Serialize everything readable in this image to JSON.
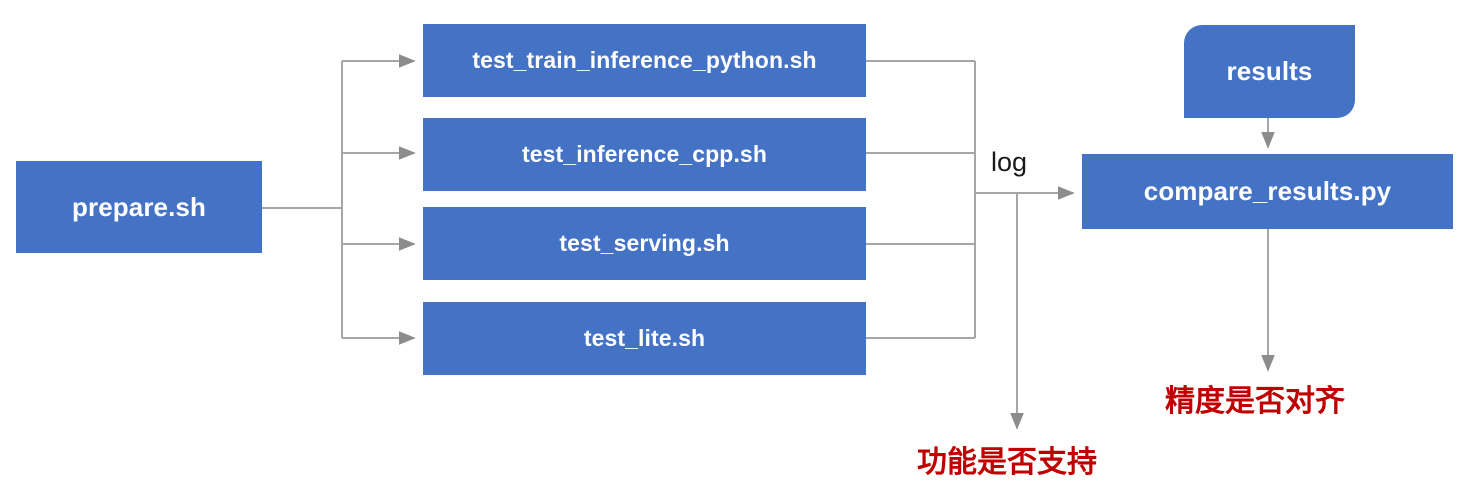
{
  "diagram": {
    "title": "PaddlePaddle TIPC test pipeline flowchart",
    "colors": {
      "node_fill": "#4472C4",
      "node_text": "#FFFFFF",
      "connector": "#A6A6A6",
      "annotation_red": "#C00000",
      "background": "#FFFFFF"
    },
    "nodes": {
      "prepare": "prepare.sh",
      "test_train_inference_python": "test_train_inference_python.sh",
      "test_inference_cpp": "test_inference_cpp.sh",
      "test_serving": "test_serving.sh",
      "test_lite": "test_lite.sh",
      "results": "results",
      "compare_results": "compare_results.py"
    },
    "edge_labels": {
      "log": "log"
    },
    "annotations": {
      "function_supported": "功能是否支持",
      "precision_aligned": "精度是否对齐"
    }
  }
}
